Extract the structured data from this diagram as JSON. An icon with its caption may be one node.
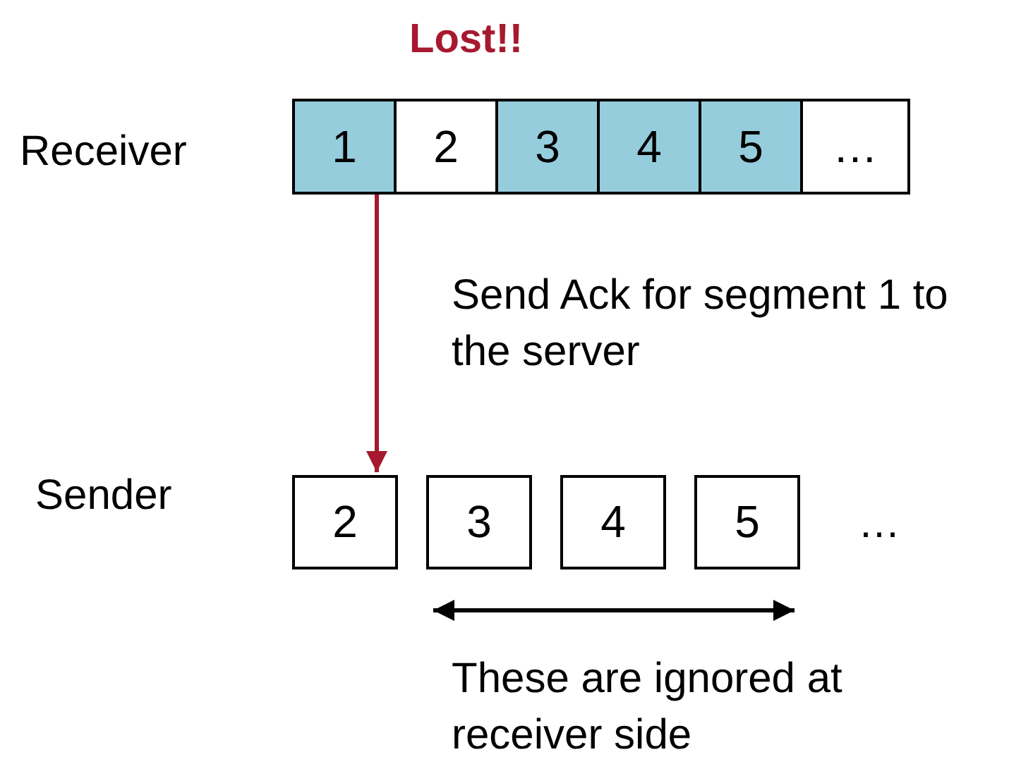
{
  "diagram": {
    "nodes": [
      {
        "text": [
          "1"
        ]
      },
      {
        "text": [
          "2"
        ]
      },
      {
        "text": [
          "3"
        ]
      },
      {
        "text": [
          "4"
        ]
      },
      {
        "text": [
          "5"
        ]
      },
      {
        "text": [
          "…"
        ]
      },
      {
        "text": [
          "2"
        ]
      },
      {
        "text": [
          "3"
        ]
      },
      {
        "text": [
          "4"
        ]
      },
      {
        "text": [
          "5"
        ]
      }
    ],
    "edges": [
      {
        "from": 0,
        "to": 6,
        "arrow": "to",
        "color": "#a6192e"
      }
    ],
    "labels": [
      "Lost!!",
      "Receiver",
      "Send Ack for segment 1 to the server",
      "Sender",
      "…",
      "These are ignored at receiver side"
    ]
  }
}
